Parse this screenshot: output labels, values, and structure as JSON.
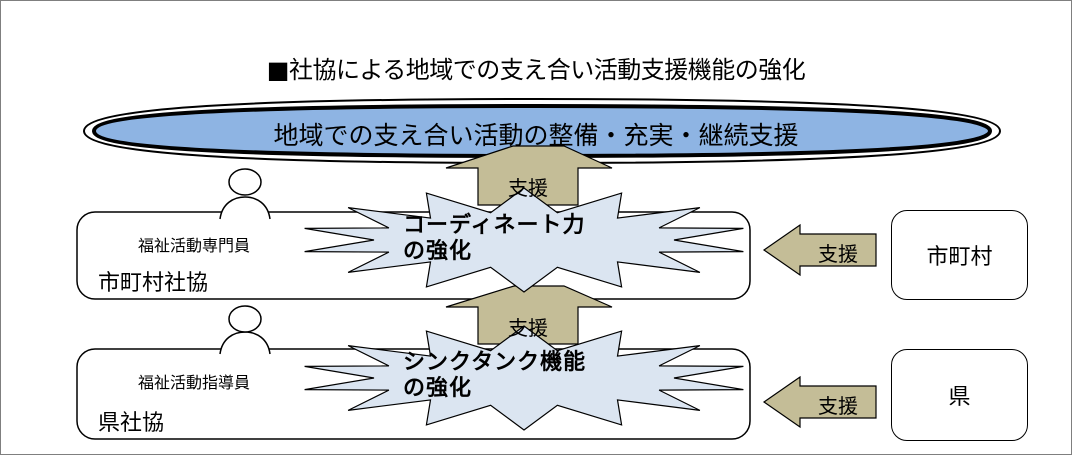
{
  "title": "■社協による地域での支え合い活動支援機能の強化",
  "goal": "地域での支え合い活動の整備・充実・継続支援",
  "upper": {
    "org": "市町村社協",
    "staff": "福祉活動専門員",
    "function_line1": "コーディネート力",
    "function_line2": "の強化",
    "up_support": "支援",
    "agency": "市町村",
    "side_support": "支援"
  },
  "lower": {
    "org": "県社協",
    "staff": "福祉活動指導員",
    "function_line1": "シンクタンク機能",
    "function_line2": "の強化",
    "up_support": "支援",
    "agency": "県",
    "side_support": "支援"
  },
  "colors": {
    "goal_fill": "#8eb4e3",
    "arrow_fill": "#c4bd97",
    "burst_fill": "#dbe5f1",
    "outline": "#000000"
  }
}
